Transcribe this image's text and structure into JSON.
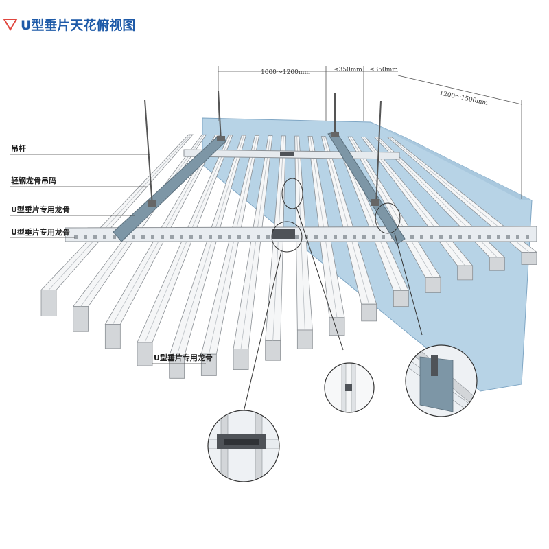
{
  "title": "U型垂片天花俯视图",
  "colors": {
    "title": "#1e5aa8",
    "triangle": "#e0463e",
    "wall": "#b7d3e6",
    "wall_edge": "#7fa6c4",
    "blade_face": "#f5f6f7",
    "blade_side": "#d3d6d9",
    "blade_edge": "#8a8f94",
    "bracket": "#4f5358"
  },
  "labels": {
    "hanger_rod": "吊杆",
    "light_steel_clip": "轻钢龙骨吊码",
    "keel_1": "U型垂片专用龙骨",
    "keel_2": "U型垂片专用龙骨",
    "keel_3": "U型垂片专用龙骨"
  },
  "dimensions": {
    "span_1": "1000～1200mm",
    "span_2": "≤350mm",
    "span_3": "≤350mm",
    "span_4": "1200～1500mm"
  }
}
